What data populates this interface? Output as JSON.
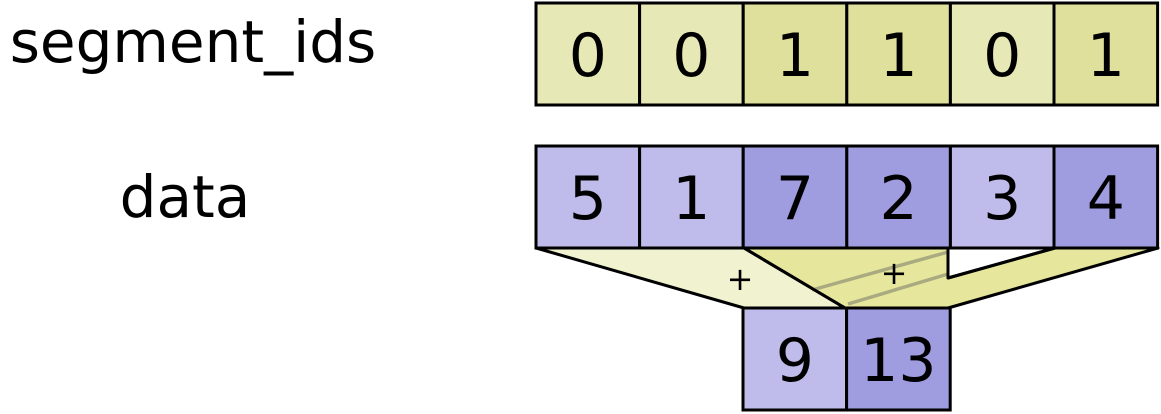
{
  "labels": {
    "segment_ids": "segment_ids",
    "data": "data"
  },
  "segment_ids": [
    "0",
    "0",
    "1",
    "1",
    "0",
    "1"
  ],
  "data": [
    "5",
    "1",
    "7",
    "2",
    "3",
    "4"
  ],
  "result": [
    "9",
    "13"
  ],
  "operators": [
    "+",
    "+"
  ],
  "colors": {
    "segment_even": "#e6e8b6",
    "segment_odd": "#dee09c",
    "data_seg0": "#bfbbea",
    "data_seg1": "#a09ce0",
    "funnel_seg0": "#f1f2cf",
    "funnel_seg1": "#e6e79d",
    "guide_line": "#aaaa80",
    "stroke": "#000000"
  }
}
